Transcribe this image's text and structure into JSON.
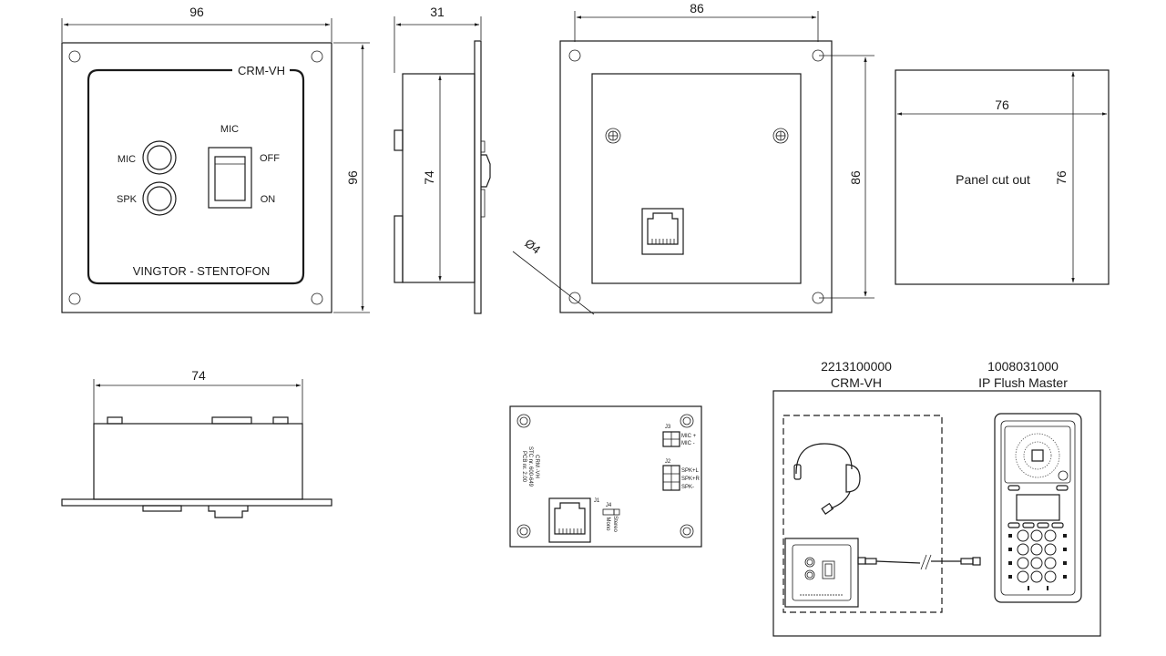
{
  "front_view": {
    "dim_width": "96",
    "dim_height": "96",
    "model_label": "CRM-VH",
    "mic_header": "MIC",
    "mic_jack_label": "MIC",
    "spk_jack_label": "SPK",
    "switch_off_label": "OFF",
    "switch_on_label": "ON",
    "brand_label": "VINGTOR - STENTOFON"
  },
  "side_view": {
    "dim_depth": "31",
    "dim_body": "74"
  },
  "rear_view": {
    "dim_width": "86",
    "dim_height": "86",
    "hole_dia": "Ø4"
  },
  "cutout": {
    "dim_width": "76",
    "dim_height": "76",
    "label": "Panel cut out"
  },
  "bottom_view": {
    "dim_width": "74"
  },
  "pcb": {
    "j3_label": "J3",
    "j3_pins": [
      "MIC +",
      "MIC -"
    ],
    "j2_label": "J2",
    "j2_pins": [
      "SPK+L",
      "SPK+R",
      "SPK-"
    ],
    "j1_label": "J1",
    "j4_label": "J4",
    "j4_options": [
      "Stereo",
      "Mono"
    ],
    "board_text": [
      "CRM -VH",
      "STC nr. 600-649",
      "PCB nr. 2.00"
    ]
  },
  "connection": {
    "crm_part_number": "2213100000",
    "crm_name": "CRM-VH",
    "master_part_number": "1008031000",
    "master_name": "IP Flush Master"
  }
}
